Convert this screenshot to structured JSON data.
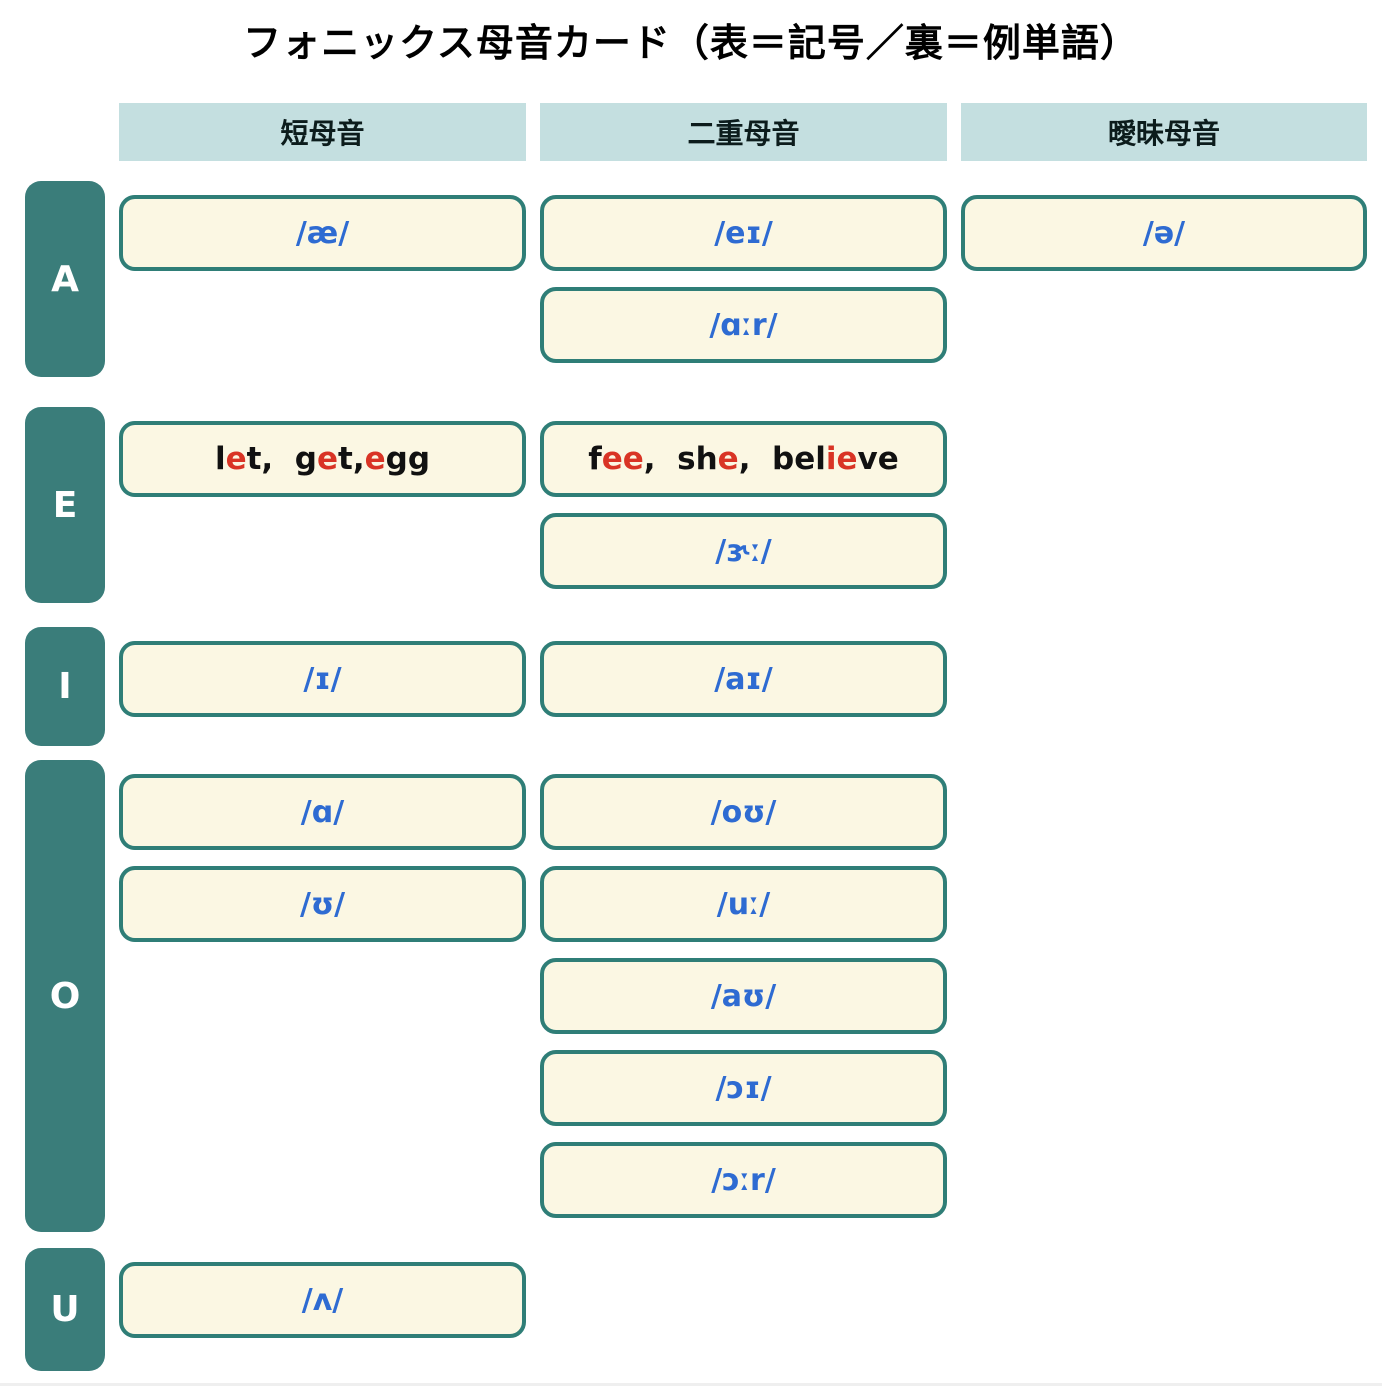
{
  "title": "フォニックス母音カード（表＝記号／裏＝例単語）",
  "columns": [
    "短母音",
    "二重母音",
    "曖昧母音"
  ],
  "rows": [
    {
      "label": "A",
      "cells": [
        [
          {
            "kind": "ipa",
            "ipa": "/æ/"
          }
        ],
        [
          {
            "kind": "ipa",
            "ipa": "/eɪ/"
          },
          {
            "kind": "ipa",
            "ipa": "/ɑːr/"
          }
        ],
        [
          {
            "kind": "ipa",
            "ipa": "/ə/"
          }
        ]
      ]
    },
    {
      "label": "E",
      "cells": [
        [
          {
            "kind": "words",
            "parts": [
              {
                "t": "l",
                "c": "base"
              },
              {
                "t": "e",
                "c": "accent"
              },
              {
                "t": "t,  g",
                "c": "base"
              },
              {
                "t": "e",
                "c": "accent"
              },
              {
                "t": "t,",
                "c": "base"
              },
              {
                "t": "e",
                "c": "accent"
              },
              {
                "t": "gg",
                "c": "base"
              }
            ]
          }
        ],
        [
          {
            "kind": "words",
            "parts": [
              {
                "t": "f",
                "c": "base"
              },
              {
                "t": "ee",
                "c": "accent"
              },
              {
                "t": ",  sh",
                "c": "base"
              },
              {
                "t": "e",
                "c": "accent"
              },
              {
                "t": ",  bel",
                "c": "base"
              },
              {
                "t": "ie",
                "c": "accent"
              },
              {
                "t": "ve",
                "c": "base"
              }
            ]
          },
          {
            "kind": "ipa",
            "ipa": "/ɝː/"
          }
        ],
        []
      ]
    },
    {
      "label": "I",
      "cells": [
        [
          {
            "kind": "ipa",
            "ipa": "/ɪ/"
          }
        ],
        [
          {
            "kind": "ipa",
            "ipa": "/aɪ/"
          }
        ],
        []
      ]
    },
    {
      "label": "O",
      "cells": [
        [
          {
            "kind": "ipa",
            "ipa": "/ɑ/"
          },
          {
            "kind": "ipa",
            "ipa": "/ʊ/"
          }
        ],
        [
          {
            "kind": "ipa",
            "ipa": "/oʊ/"
          },
          {
            "kind": "ipa",
            "ipa": "/uː/"
          },
          {
            "kind": "ipa",
            "ipa": "/aʊ/"
          },
          {
            "kind": "ipa",
            "ipa": "/ɔɪ/"
          },
          {
            "kind": "ipa",
            "ipa": "/ɔːr/"
          }
        ],
        []
      ]
    },
    {
      "label": "U",
      "cells": [
        [
          {
            "kind": "ipa",
            "ipa": "/ʌ/"
          }
        ],
        [],
        []
      ]
    }
  ],
  "colors": {
    "header_bg": "#c4dfe0",
    "row_pill": "#3a7d7a",
    "card_bg": "#fbf7e3",
    "card_border": "#2f7e77",
    "ipa_text": "#2e6bd2",
    "accent_red": "#d93425",
    "base_text": "#111111"
  }
}
